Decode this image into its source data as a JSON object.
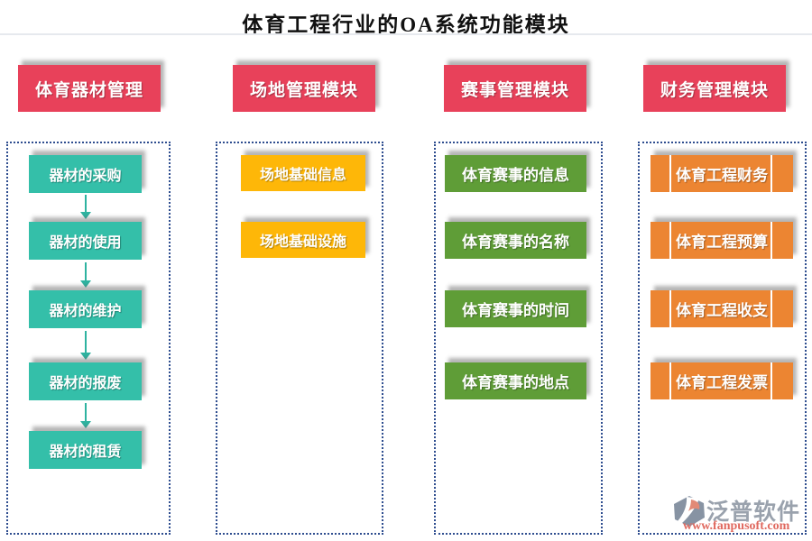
{
  "title": "体育工程行业的OA系统功能模块",
  "columns": [
    {
      "header": "体育器材管理",
      "item_color": "#34bfa9",
      "flow": "sequential-with-arrows",
      "items": [
        "器材的采购",
        "器材的使用",
        "器材的维护",
        "器材的报废",
        "器材的租赁"
      ]
    },
    {
      "header": "场地管理模块",
      "item_color": "#feb708",
      "flow": "list",
      "items": [
        "场地基础信息",
        "场地基础设施"
      ]
    },
    {
      "header": "赛事管理模块",
      "item_color": "#5f9d37",
      "flow": "list",
      "items": [
        "体育赛事的信息",
        "体育赛事的名称",
        "体育赛事的时间",
        "体育赛事的地点"
      ]
    },
    {
      "header": "财务管理模块",
      "item_color": "#ec8532",
      "flow": "list",
      "items": [
        "体育工程财务",
        "体育工程预算",
        "体育工程收支",
        "体育工程发票"
      ]
    }
  ],
  "watermark": {
    "brand": "泛普软件",
    "url": "www.fanpusoft.com",
    "logo_icon": "fanpu-logo-icon"
  },
  "colors": {
    "header_bg": "#e8415a",
    "equipment_box": "#34bfa9",
    "venue_box": "#feb708",
    "event_box": "#5f9d37",
    "finance_box": "#ec8532",
    "dotted_border": "#2e4d8f",
    "arrow": "#2eb3a0",
    "watermark_brand": "#9aa2ad",
    "watermark_url": "#e0695f"
  }
}
